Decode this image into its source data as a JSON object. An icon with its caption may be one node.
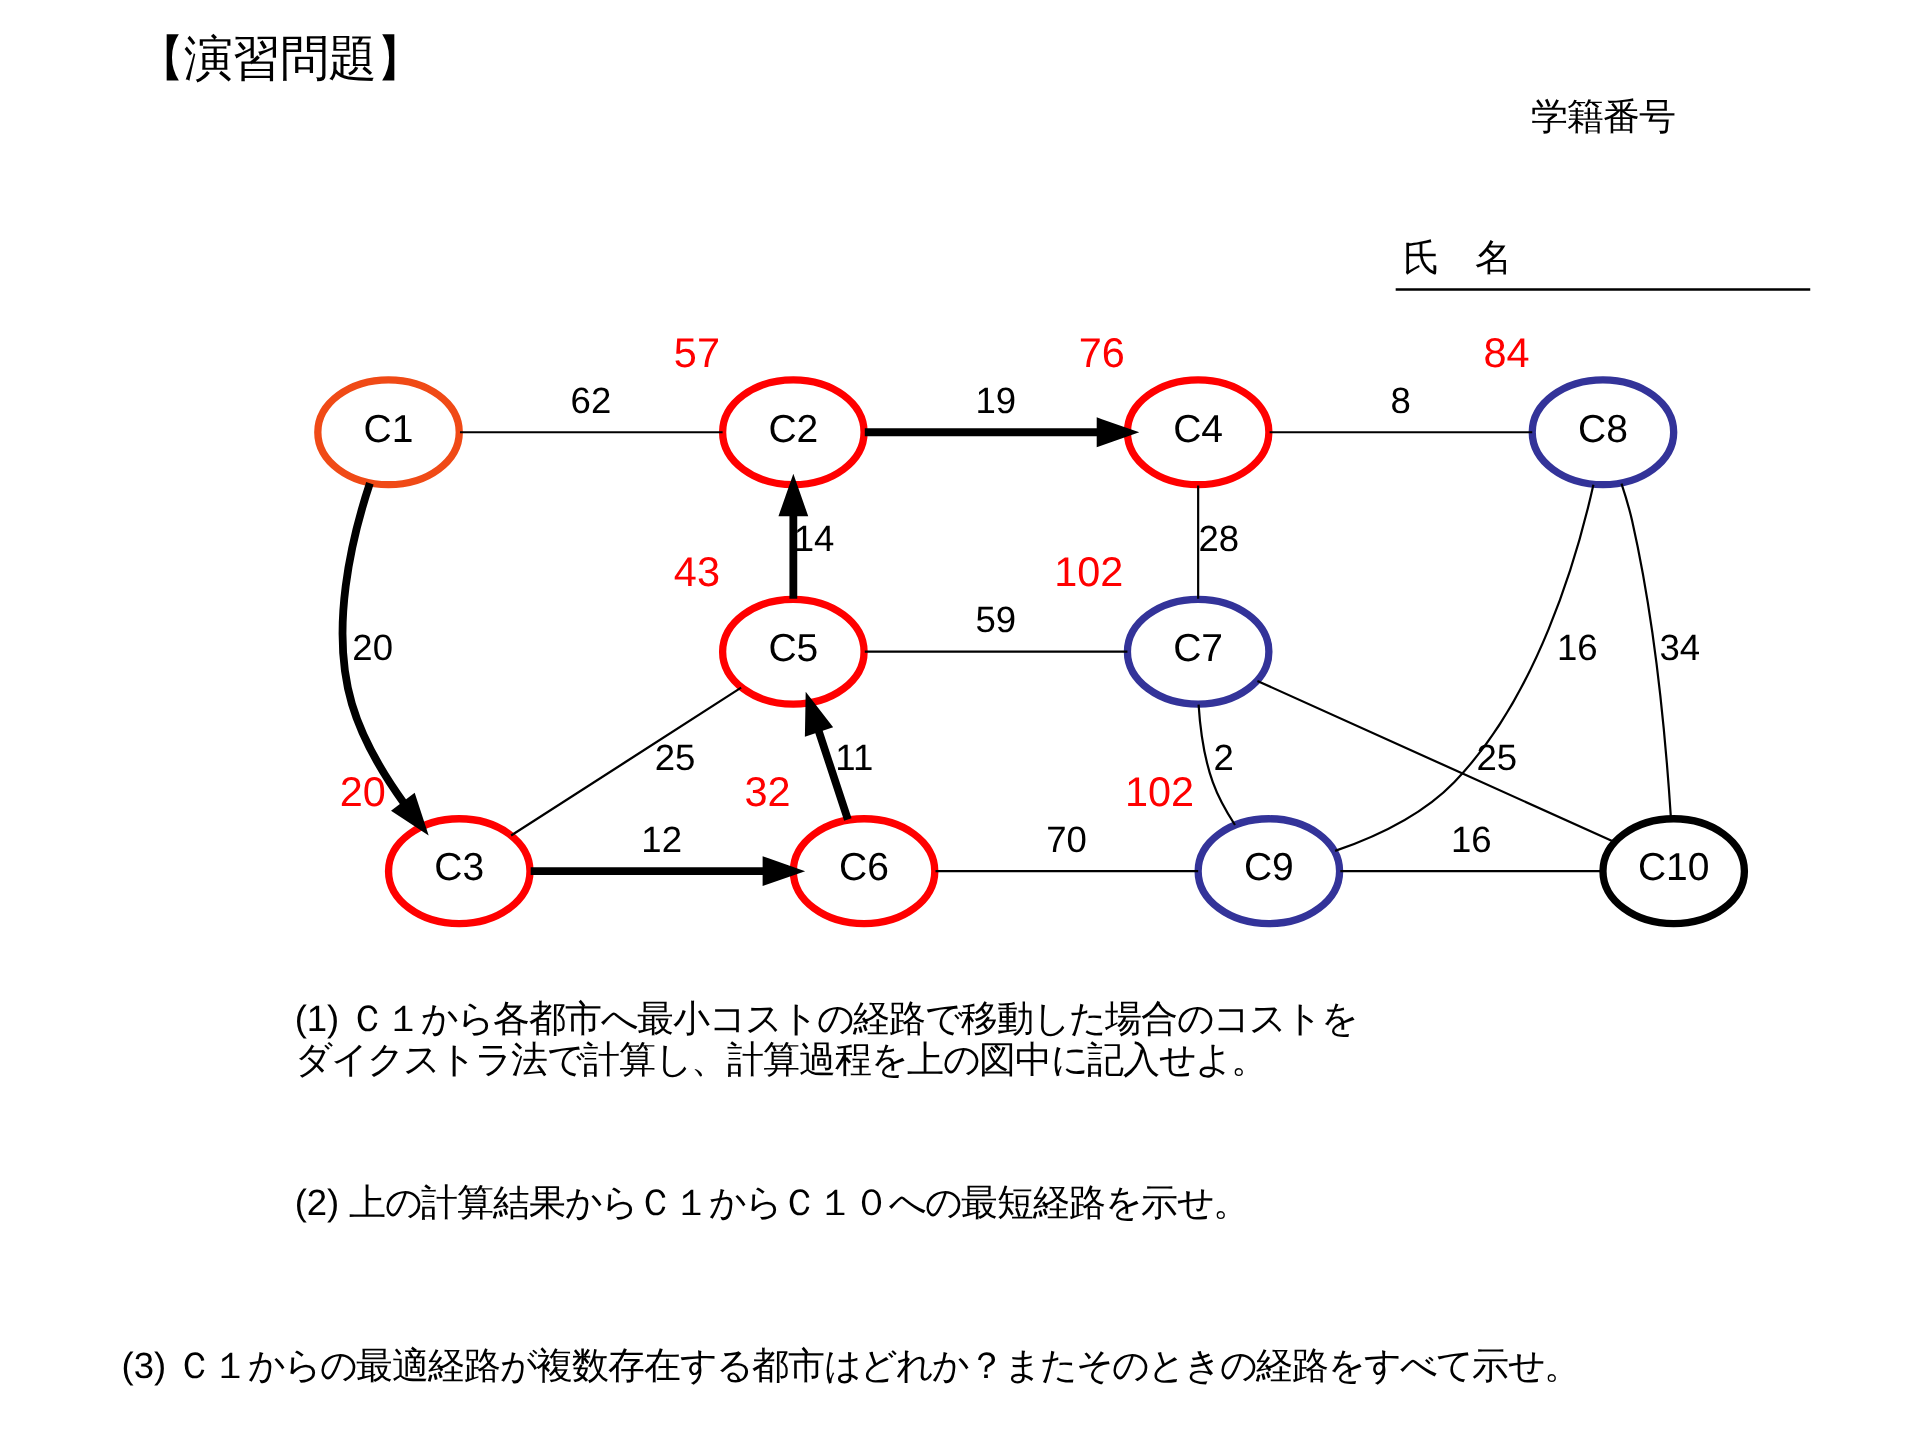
{
  "diagram": {
    "title": "【演習問題】",
    "nodes": [
      {
        "text": [
          "C1"
        ]
      },
      {
        "text": [
          "C2"
        ],
        "beside": [
          "57"
        ]
      },
      {
        "text": [
          "C3"
        ],
        "beside": [
          "20"
        ]
      },
      {
        "text": [
          "C4"
        ],
        "beside": [
          "76"
        ]
      },
      {
        "text": [
          "C5"
        ],
        "beside": [
          "43"
        ]
      },
      {
        "text": [
          "C6"
        ],
        "beside": [
          "32"
        ]
      },
      {
        "text": [
          "C7"
        ],
        "beside": [
          "102"
        ]
      },
      {
        "text": [
          "C8"
        ],
        "beside": [
          "84"
        ]
      },
      {
        "text": [
          "C9"
        ],
        "beside": [
          "102"
        ]
      },
      {
        "text": [
          "C10"
        ]
      }
    ],
    "edges": [
      {
        "from": 0,
        "to": 1,
        "arrow": "none",
        "label": "62"
      },
      {
        "from": 0,
        "to": 2,
        "arrow": "to",
        "label": "20",
        "style": "thick"
      },
      {
        "from": 1,
        "to": 3,
        "arrow": "to",
        "label": "19",
        "style": "thick"
      },
      {
        "from": 4,
        "to": 1,
        "arrow": "to",
        "label": "14",
        "style": "thick"
      },
      {
        "from": 3,
        "to": 7,
        "arrow": "none",
        "label": "8"
      },
      {
        "from": 3,
        "to": 6,
        "arrow": "none",
        "label": "28"
      },
      {
        "from": 4,
        "to": 6,
        "arrow": "none",
        "label": "59"
      },
      {
        "from": 4,
        "to": 2,
        "arrow": "none",
        "label": "25"
      },
      {
        "from": 2,
        "to": 5,
        "arrow": "to",
        "label": "12",
        "style": "thick"
      },
      {
        "from": 5,
        "to": 4,
        "arrow": "to",
        "label": "11",
        "style": "thick"
      },
      {
        "from": 5,
        "to": 8,
        "arrow": "none",
        "label": "70"
      },
      {
        "from": 6,
        "to": 8,
        "arrow": "none",
        "label": "2"
      },
      {
        "from": 6,
        "to": 9,
        "arrow": "none",
        "label": "25"
      },
      {
        "from": 7,
        "to": 8,
        "arrow": "none",
        "label": "16"
      },
      {
        "from": 7,
        "to": 9,
        "arrow": "none",
        "label": "34"
      },
      {
        "from": 8,
        "to": 9,
        "arrow": "none",
        "label": "16"
      }
    ],
    "labels": [
      "学籍番号",
      "氏　名",
      "(1) Ｃ１から各都市へ最小コストの経路で移動した場合のコストをダイクストラ法で計算し、計算過程を上の図中に記入せよ。",
      "(2) 上の計算結果からＣ１からＣ１０への最短経路を示せ。",
      "(3) Ｃ１からの最適経路が複数存在する都市はどれか？またそのときの経路をすべて示せ。"
    ]
  }
}
